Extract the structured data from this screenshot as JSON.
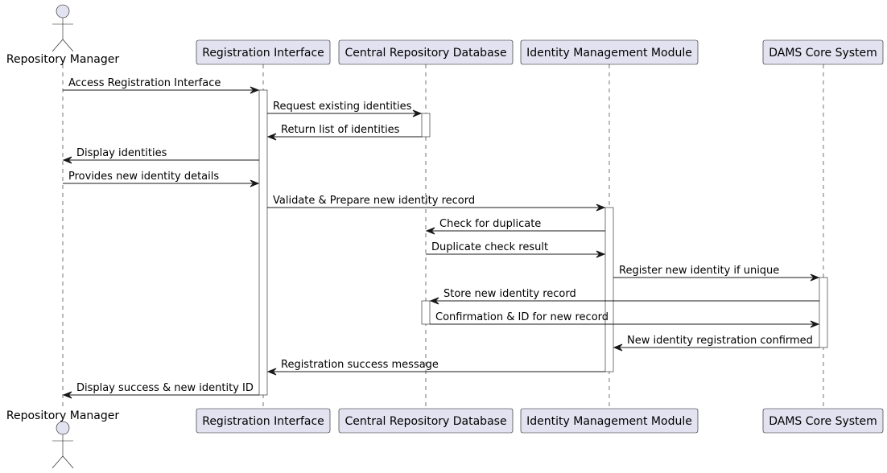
{
  "colors": {
    "participant_fill": "#E2E2F0",
    "participant_stroke": "#181818",
    "lifeline": "#181818",
    "activation_fill": "#FFFFFF",
    "arrow": "#181818",
    "text": "#000000",
    "background": "#FFFFFF"
  },
  "actor": {
    "name": "Repository Manager"
  },
  "participants": [
    {
      "id": "ri",
      "label": "Registration Interface"
    },
    {
      "id": "crd",
      "label": "Central Repository Database"
    },
    {
      "id": "imm",
      "label": "Identity Management Module"
    },
    {
      "id": "dams",
      "label": "DAMS Core System"
    }
  ],
  "messages": [
    {
      "from": "rm",
      "to": "ri",
      "label": "Access Registration Interface"
    },
    {
      "from": "ri",
      "to": "crd",
      "label": "Request existing identities"
    },
    {
      "from": "crd",
      "to": "ri",
      "label": "Return list of identities"
    },
    {
      "from": "ri",
      "to": "rm",
      "label": "Display identities"
    },
    {
      "from": "rm",
      "to": "ri",
      "label": "Provides new identity details"
    },
    {
      "from": "ri",
      "to": "imm",
      "label": "Validate & Prepare new identity record"
    },
    {
      "from": "imm",
      "to": "crd",
      "label": "Check for duplicate"
    },
    {
      "from": "crd",
      "to": "imm",
      "label": "Duplicate check result"
    },
    {
      "from": "imm",
      "to": "dams",
      "label": "Register new identity if unique"
    },
    {
      "from": "dams",
      "to": "crd",
      "label": "Store new identity record"
    },
    {
      "from": "crd",
      "to": "dams",
      "label": "Confirmation & ID for new record"
    },
    {
      "from": "dams",
      "to": "imm",
      "label": "New identity registration confirmed"
    },
    {
      "from": "imm",
      "to": "ri",
      "label": "Registration success message"
    },
    {
      "from": "ri",
      "to": "rm",
      "label": "Display success & new identity ID"
    }
  ]
}
